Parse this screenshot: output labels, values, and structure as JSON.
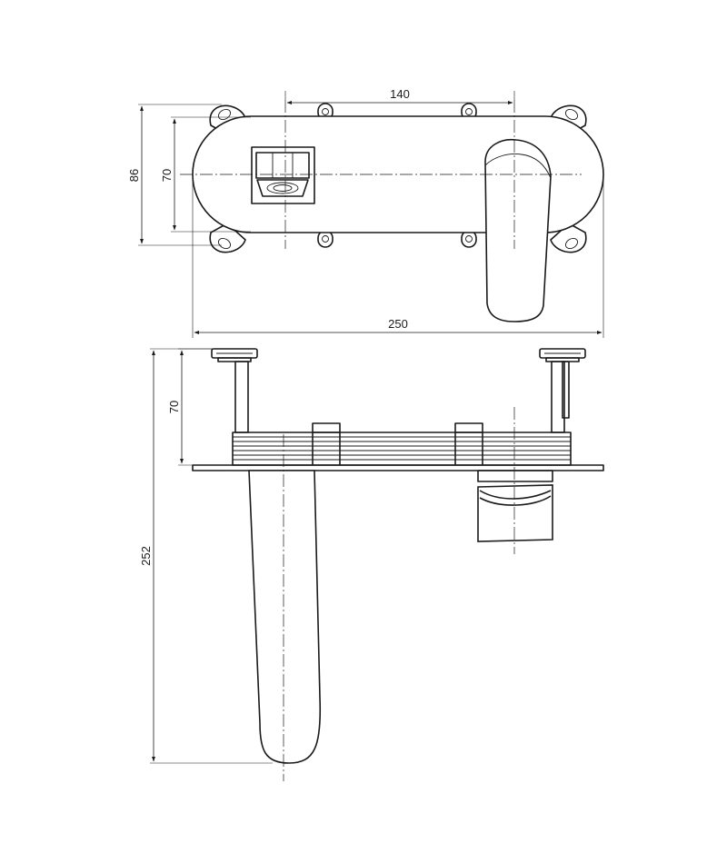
{
  "dimensions": {
    "top_width_inner": "140",
    "top_width_total": "250",
    "top_height_outer": "86",
    "top_height_inner": "70",
    "side_depth": "70",
    "side_height": "252"
  },
  "colors": {
    "line": "#1a1a1a",
    "background": "#ffffff"
  }
}
